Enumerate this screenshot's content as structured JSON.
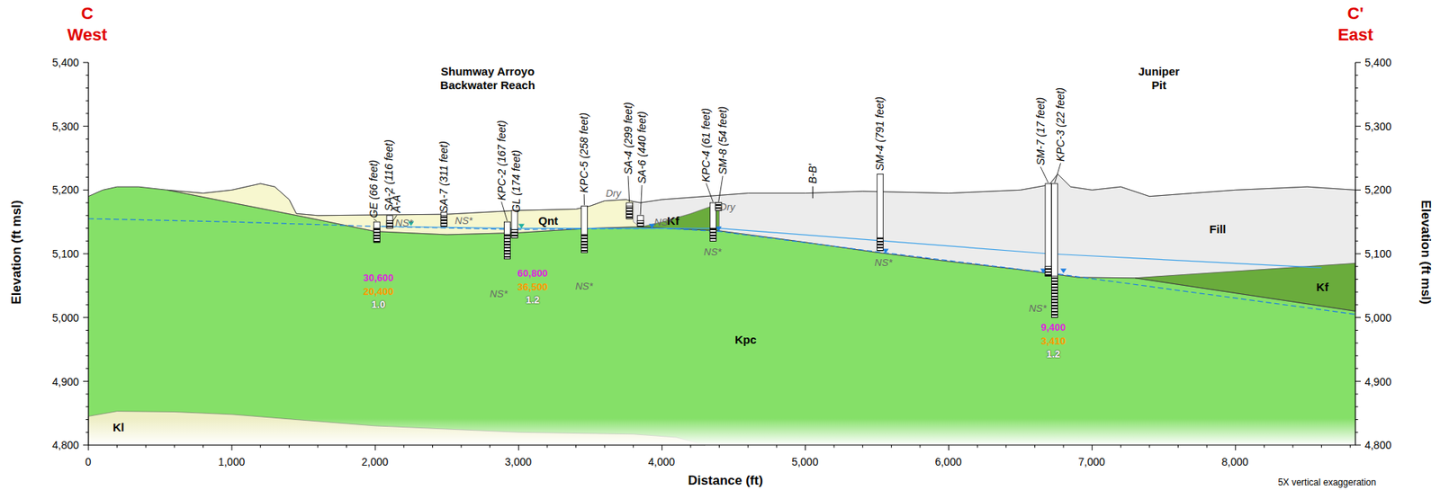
{
  "diagram": {
    "labels": [
      "C",
      "West",
      "C'",
      "East",
      "Shumway Arroyo Backwater Reach",
      "Juniper Pit",
      "GE (66 feet)",
      "SA-2 (116 feet)",
      "A-A'",
      "SA-7 (311 feet)",
      "KPC-2 (167 feet)",
      "GL (174 feet)",
      "KPC-5 (258 feet)",
      "SA-4 (299 feet)",
      "SA-6 (440 feet)",
      "KPC-4 (61 feet)",
      "SM-8 (54 feet)",
      "B-B'",
      "SM-4 (791 feet)",
      "SM-7 (17 feet)",
      "KPC-3 (22 feet)",
      "Qnt",
      "Dry",
      "Kf",
      "Dry",
      "Fill",
      "Kf",
      "Kpc",
      "Kl",
      "NS*",
      "NS*",
      "NS*",
      "NS*",
      "NS*",
      "NS*",
      "NS*",
      "NS*",
      "30,600",
      "20,400",
      "1.0",
      "60,800",
      "36,500",
      "1.2",
      "9,400",
      "3,410",
      "1.2",
      "Elevation (ft msl)",
      "Elevation (ft msl)",
      "5,400",
      "5,300",
      "5,200",
      "5,100",
      "5,000",
      "4,900",
      "4,800",
      "5,400",
      "5,300",
      "5,200",
      "5,100",
      "5,000",
      "4,900",
      "4,800",
      "0",
      "1,000",
      "2,000",
      "3,000",
      "4,000",
      "5,000",
      "6,000",
      "7,000",
      "8,000",
      "Distance (ft)",
      "5X vertical exaggeration"
    ]
  }
}
